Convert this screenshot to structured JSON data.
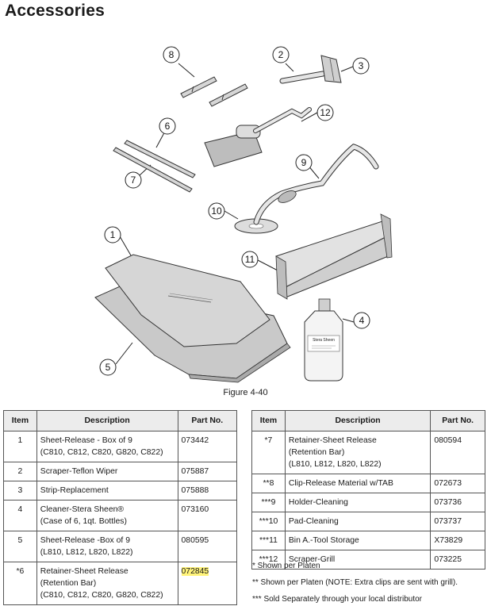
{
  "page": {
    "title": "Accessories"
  },
  "figure": {
    "caption": "Figure 4-40",
    "callouts": [
      "1",
      "2",
      "3",
      "4",
      "5",
      "6",
      "7",
      "8",
      "9",
      "10",
      "11",
      "12"
    ],
    "bottle_label": "Stera Sheen"
  },
  "left_table": {
    "headers": {
      "item": "Item",
      "description": "Description",
      "part_no": "Part No."
    },
    "rows": [
      {
        "item": "1",
        "desc": [
          "Sheet-Release - Box of 9",
          "(C810, C812, C820, G820, C822)"
        ],
        "part": "073442",
        "highlight": false
      },
      {
        "item": "2",
        "desc": [
          "Scraper-Teflon Wiper"
        ],
        "part": "075887",
        "highlight": false
      },
      {
        "item": "3",
        "desc": [
          "Strip-Replacement"
        ],
        "part": "075888",
        "highlight": false
      },
      {
        "item": "4",
        "desc": [
          "Cleaner-Stera Sheen®",
          "(Case of 6, 1qt. Bottles)"
        ],
        "part": "073160",
        "highlight": false
      },
      {
        "item": "5",
        "desc": [
          "Sheet-Release -Box of 9",
          "(L810, L812, L820, L822)"
        ],
        "part": "080595",
        "highlight": false
      },
      {
        "item": "*6",
        "desc": [
          "Retainer-Sheet Release",
          "(Retention Bar)",
          "(C810, C812, C820, G820, C822)"
        ],
        "part": "072845",
        "highlight": true
      }
    ]
  },
  "right_table": {
    "headers": {
      "item": "Item",
      "description": "Description",
      "part_no": "Part No."
    },
    "rows": [
      {
        "item": "*7",
        "desc": [
          "Retainer-Sheet Release",
          "(Retention Bar)",
          "(L810, L812, L820, L822)"
        ],
        "part": "080594",
        "highlight": false
      },
      {
        "item": "**8",
        "desc": [
          "Clip-Release Material w/TAB"
        ],
        "part": "072673",
        "highlight": false
      },
      {
        "item": "***9",
        "desc": [
          "Holder-Cleaning"
        ],
        "part": "073736",
        "highlight": false
      },
      {
        "item": "***10",
        "desc": [
          "Pad-Cleaning"
        ],
        "part": "073737",
        "highlight": false
      },
      {
        "item": "***11",
        "desc": [
          "Bin A.-Tool Storage"
        ],
        "part": "X73829",
        "highlight": false
      },
      {
        "item": "***12",
        "desc": [
          "Scraper-Grill"
        ],
        "part": "073225",
        "highlight": false
      }
    ]
  },
  "footnotes": [
    "*   Shown per Platen",
    "**  Shown per Platen (NOTE: Extra clips are sent with grill).",
    "*** Sold Separately through your local distributor"
  ],
  "colors": {
    "highlight": "#fff37a",
    "header_bg": "#ececec",
    "part_fill": "#d4d4d4"
  }
}
